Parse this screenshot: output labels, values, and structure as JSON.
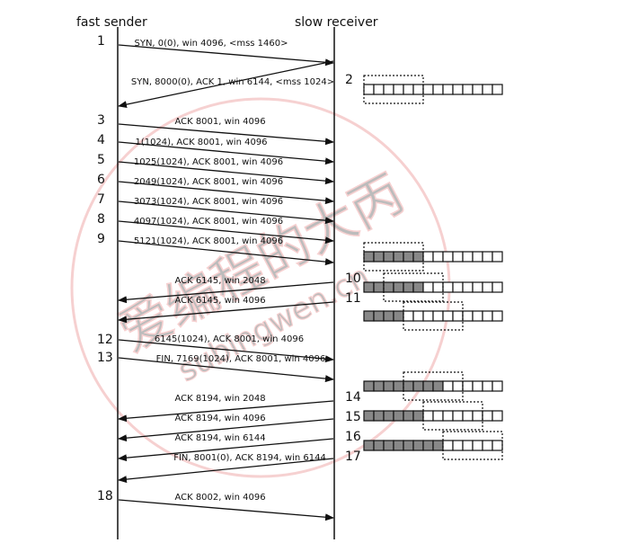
{
  "headers": {
    "sender": "fast sender",
    "receiver": "slow receiver"
  },
  "colors": {
    "line": "#111111",
    "filled_cell": "#888888",
    "empty_cell": "#ffffff",
    "watermark": "#e05a5a"
  },
  "watermark": {
    "chinese": "爱编程的大丙",
    "url": "subingwen.cn"
  },
  "messages": [
    {
      "label": "SYN, 0(0), win 4096, <mss 1460>",
      "dir": "right"
    },
    {
      "label": "SYN, 8000(0), ACK 1, win 6144, <mss 1024>",
      "dir": "left"
    },
    {
      "label": "ACK 8001, win 4096",
      "dir": "right"
    },
    {
      "label": "1(1024), ACK 8001, win 4096",
      "dir": "right"
    },
    {
      "label": "1025(1024), ACK 8001, win 4096",
      "dir": "right"
    },
    {
      "label": "2049(1024), ACK 8001, win 4096",
      "dir": "right"
    },
    {
      "label": "3073(1024), ACK 8001, win 4096",
      "dir": "right"
    },
    {
      "label": "4097(1024), ACK 8001, win 4096",
      "dir": "right"
    },
    {
      "label": "5121(1024), ACK 8001, win 4096",
      "dir": "right"
    },
    {
      "label": "ACK 6145, win 2048",
      "dir": "left"
    },
    {
      "label": "ACK 6145, win 4096",
      "dir": "left"
    },
    {
      "label": "6145(1024), ACK 8001, win 4096",
      "dir": "right"
    },
    {
      "label": "FIN, 7169(1024), ACK 8001, win 4096",
      "dir": "right"
    },
    {
      "label": "ACK 8194, win 2048",
      "dir": "left"
    },
    {
      "label": "ACK 8194, win 4096",
      "dir": "left"
    },
    {
      "label": "ACK 8194, win 6144",
      "dir": "left"
    },
    {
      "label": "FIN, 8001(0), ACK 8194, win 6144",
      "dir": "left"
    },
    {
      "label": "ACK 8002, win 4096",
      "dir": "right"
    }
  ],
  "steps": [
    {
      "num": "1",
      "side": "sender"
    },
    {
      "num": "2",
      "side": "receiver"
    },
    {
      "num": "3",
      "side": "sender"
    },
    {
      "num": "4",
      "side": "sender"
    },
    {
      "num": "5",
      "side": "sender"
    },
    {
      "num": "6",
      "side": "sender"
    },
    {
      "num": "7",
      "side": "sender"
    },
    {
      "num": "8",
      "side": "sender"
    },
    {
      "num": "9",
      "side": "sender"
    },
    {
      "num": "10",
      "side": "receiver"
    },
    {
      "num": "11",
      "side": "receiver"
    },
    {
      "num": "12",
      "side": "sender"
    },
    {
      "num": "13",
      "side": "sender"
    },
    {
      "num": "14",
      "side": "receiver"
    },
    {
      "num": "15",
      "side": "receiver"
    },
    {
      "num": "16",
      "side": "receiver"
    },
    {
      "num": "17",
      "side": "receiver"
    },
    {
      "num": "18",
      "side": "sender"
    }
  ],
  "buffers": [
    {
      "filled": 0,
      "window_start": 0,
      "window_size": 6
    },
    {
      "filled": 6,
      "window_start": 0,
      "window_size": 6
    },
    {
      "filled": 6,
      "window_start": 2,
      "window_size": 6
    },
    {
      "filled": 4,
      "window_start": 4,
      "window_size": 6
    },
    {
      "filled": 8,
      "window_start": 4,
      "window_size": 6
    },
    {
      "filled": 6,
      "window_start": 6,
      "window_size": 6
    },
    {
      "filled": 8,
      "window_start": 8,
      "window_size": 6
    }
  ]
}
